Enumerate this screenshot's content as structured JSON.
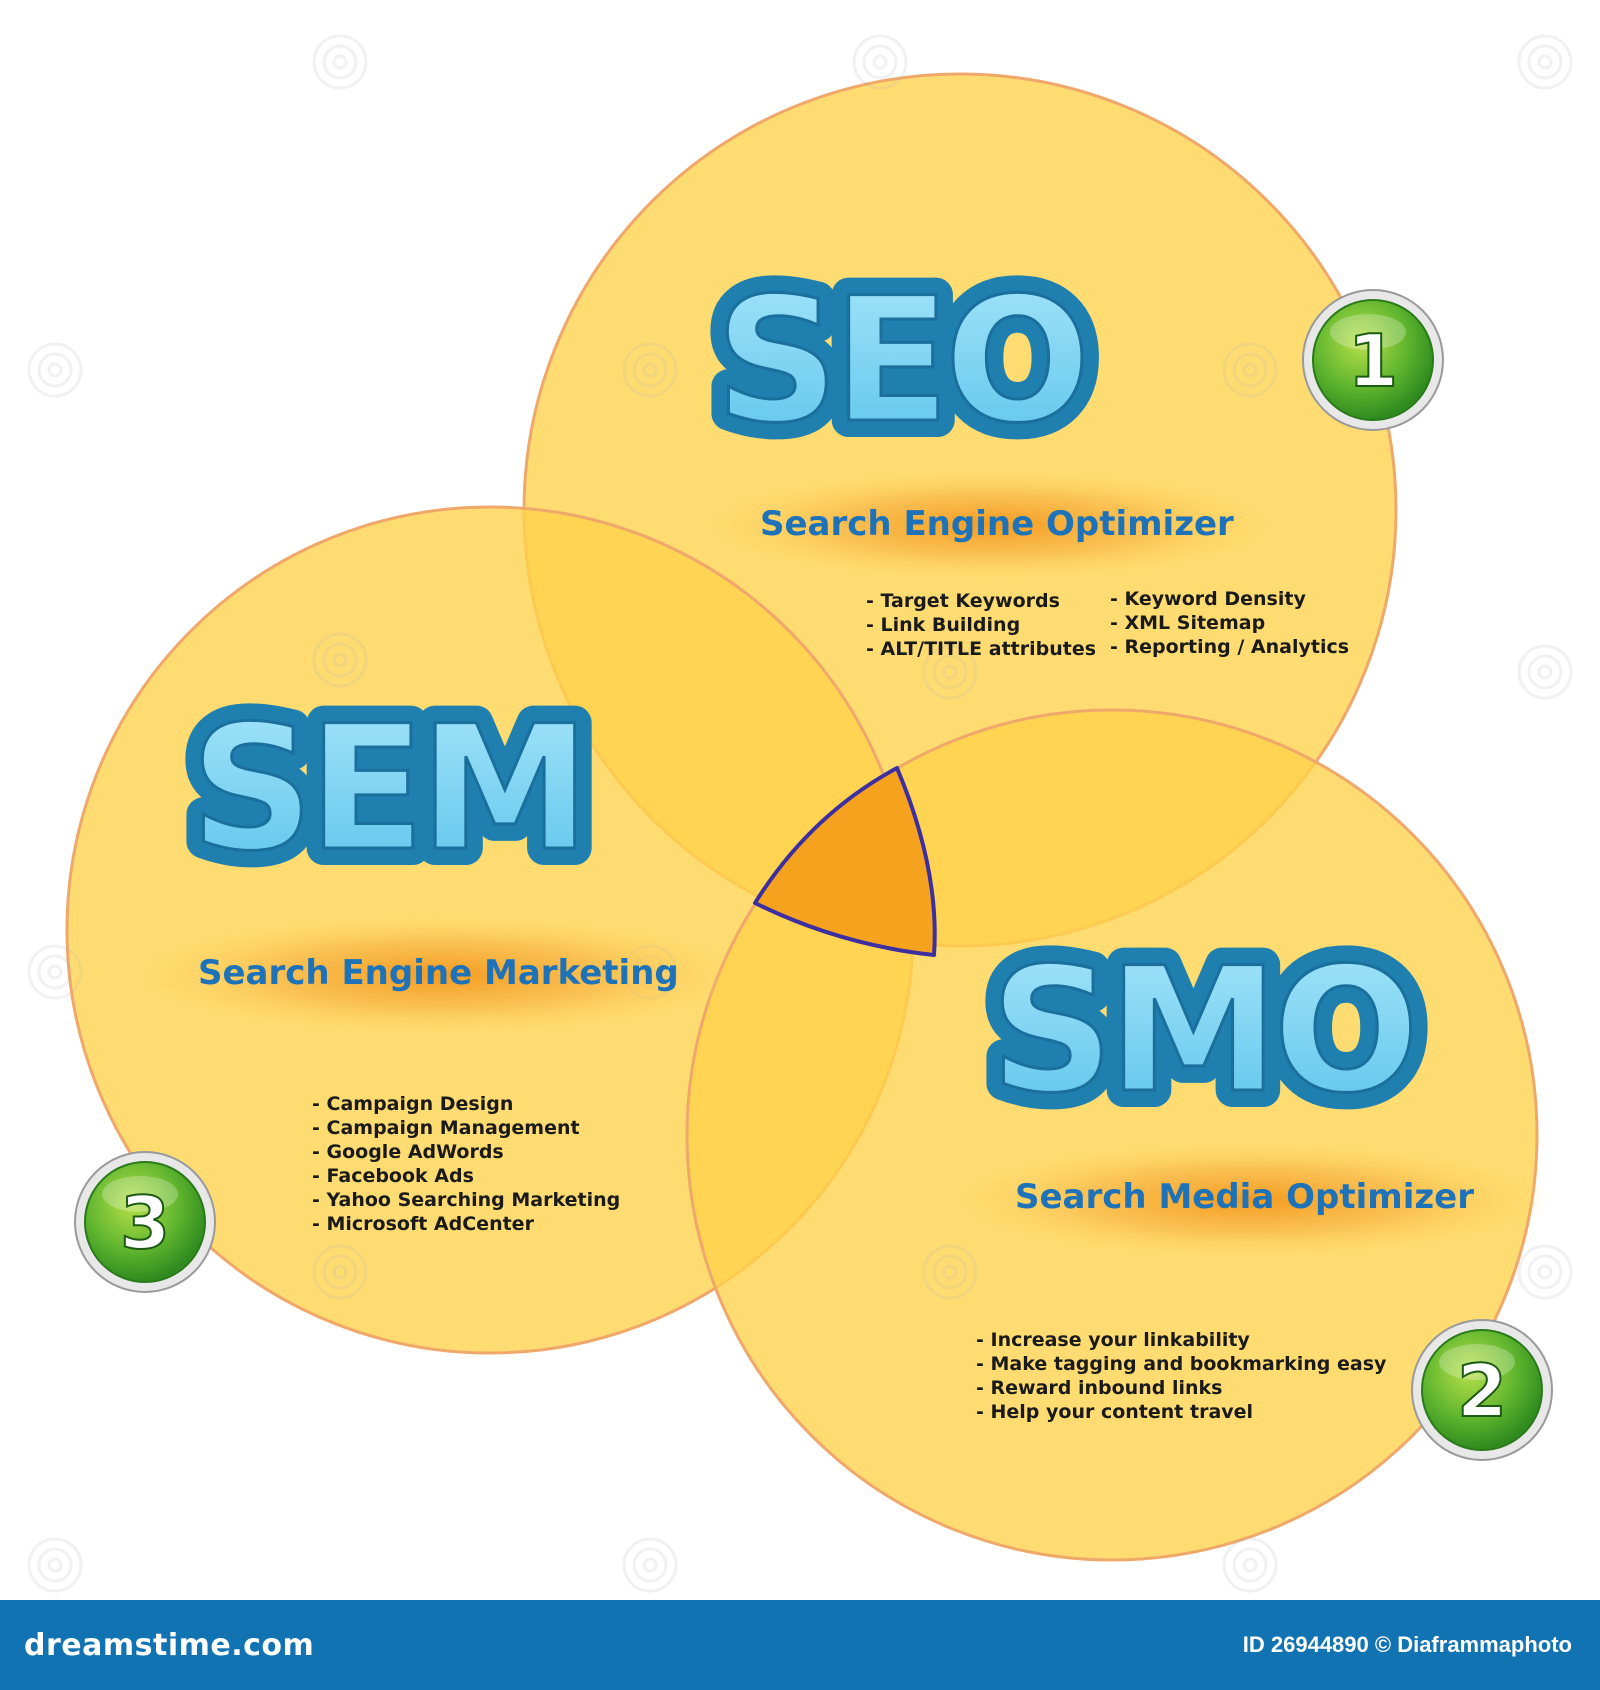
{
  "circles": {
    "seo": {
      "title": "SEO",
      "subtitle": "Search Engine Optimizer",
      "badge": "1",
      "bullets_left": [
        "- Target Keywords",
        "- Link Building",
        "- ALT/TITLE attributes"
      ],
      "bullets_right": [
        "- Keyword Density",
        "- XML Sitemap",
        "- Reporting / Analytics"
      ]
    },
    "smo": {
      "title": "SMO",
      "subtitle": "Search Media Optimizer",
      "badge": "2",
      "bullets": [
        "- Increase your linkability",
        "- Make tagging and bookmarking easy",
        "- Reward inbound links",
        "- Help your content travel"
      ]
    },
    "sem": {
      "title": "SEM",
      "subtitle": "Search Engine Marketing",
      "badge": "3",
      "bullets": [
        "- Campaign Design",
        "- Campaign Management",
        "- Google AdWords",
        "- Facebook Ads",
        "- Yahoo Searching Marketing",
        "- Microsoft AdCenter"
      ]
    }
  },
  "footer": {
    "brand": "dreamstime.com",
    "id_text": "ID 26944890 © Diaframmaphoto"
  },
  "colors": {
    "circle_fill": "#ffd24a",
    "circle_stroke": "#f0a86a",
    "center_fill": "#f5a21f",
    "center_stroke": "#3d2fa0",
    "title_outer": "#1f7fae",
    "title_inner": "#6fcdf0",
    "subtitle": "#1e72b8",
    "badge_green": "#3fa72a",
    "footer_bg": "#1273b3"
  },
  "watermark": {
    "icon": "spiral-icon"
  }
}
